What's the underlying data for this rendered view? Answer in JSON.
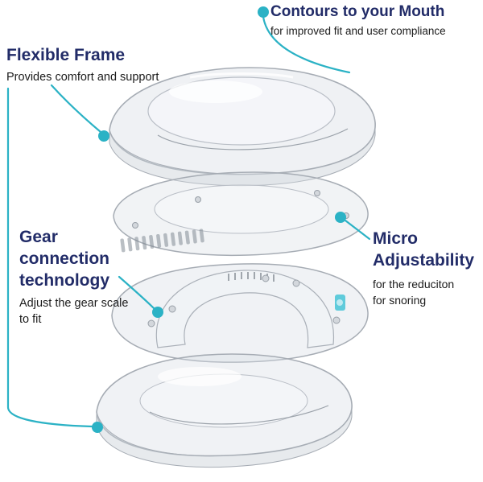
{
  "colors": {
    "accent_teal": "#2bb2c5",
    "heading_navy": "#222c68",
    "body_text": "#1b1b1b"
  },
  "callouts": {
    "contours": {
      "title": "Contours to your Mouth",
      "subtitle": "for improved fit and user compliance"
    },
    "flexible_frame": {
      "title": "Flexible Frame",
      "subtitle": "Provides comfort and support"
    },
    "gear_connection": {
      "title_lines": [
        "Gear",
        "connection",
        "technology"
      ],
      "subtitle_lines": [
        "Adjust the gear scale",
        "to fit"
      ]
    },
    "micro_adjustability": {
      "title_lines": [
        "Micro",
        "Adjustability"
      ],
      "subtitle_lines": [
        "for the reduciton",
        "for snoring"
      ]
    }
  }
}
